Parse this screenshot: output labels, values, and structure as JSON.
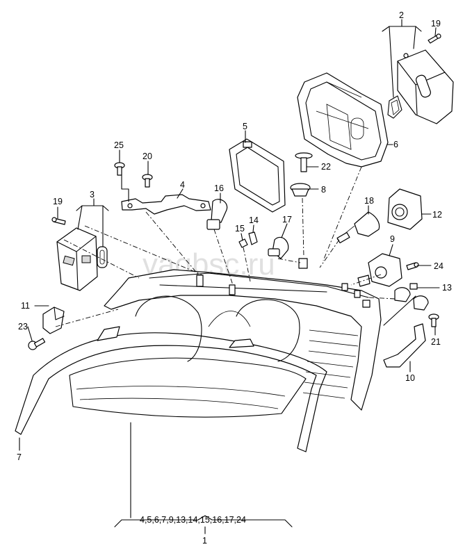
{
  "watermark": "vaqbsc.ru",
  "callouts": [
    {
      "id": "c1",
      "text": "1"
    },
    {
      "id": "c2",
      "text": "2"
    },
    {
      "id": "c3",
      "text": "3"
    },
    {
      "id": "c4",
      "text": "4"
    },
    {
      "id": "c5",
      "text": "5"
    },
    {
      "id": "c6",
      "text": "6"
    },
    {
      "id": "c7",
      "text": "7"
    },
    {
      "id": "c8",
      "text": "8"
    },
    {
      "id": "c9",
      "text": "9"
    },
    {
      "id": "c10",
      "text": "10"
    },
    {
      "id": "c11",
      "text": "11"
    },
    {
      "id": "c12",
      "text": "12"
    },
    {
      "id": "c13",
      "text": "13"
    },
    {
      "id": "c14",
      "text": "14"
    },
    {
      "id": "c15",
      "text": "15"
    },
    {
      "id": "c16",
      "text": "16"
    },
    {
      "id": "c17",
      "text": "17"
    },
    {
      "id": "c18",
      "text": "18"
    },
    {
      "id": "c19a",
      "text": "19"
    },
    {
      "id": "c19b",
      "text": "19"
    },
    {
      "id": "c20",
      "text": "20"
    },
    {
      "id": "c21",
      "text": "21"
    },
    {
      "id": "c22",
      "text": "22"
    },
    {
      "id": "c23",
      "text": "23"
    },
    {
      "id": "c24",
      "text": "24"
    },
    {
      "id": "c25",
      "text": "25"
    }
  ],
  "assembly_list": "4,5,6,7,9,13,14,15,16,17,24"
}
